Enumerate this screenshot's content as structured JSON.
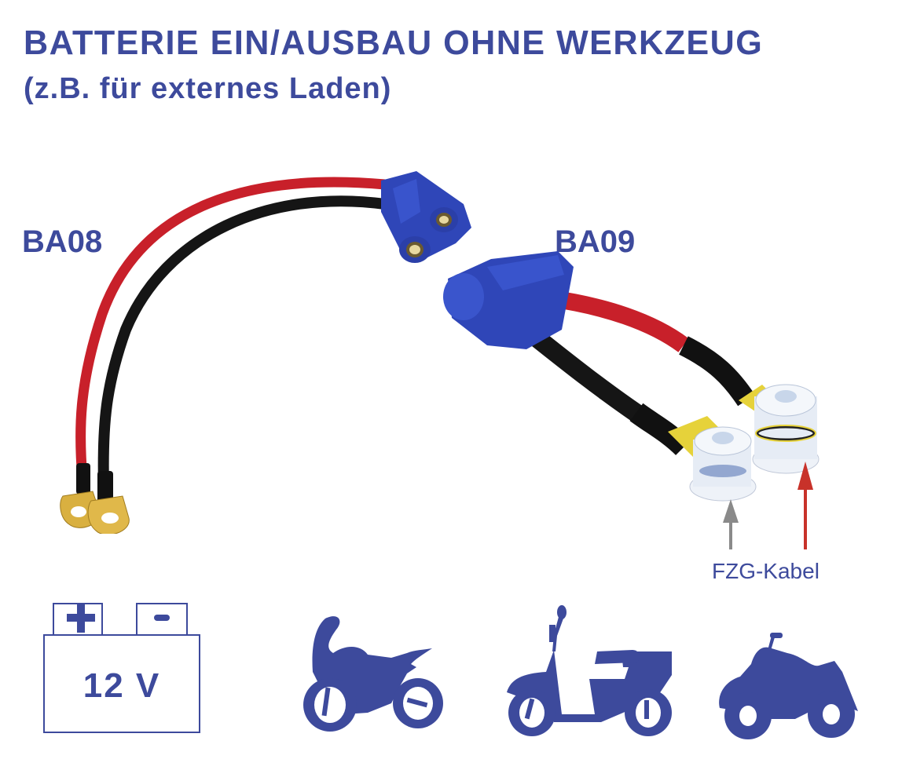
{
  "header": {
    "title": "BATTERIE EIN/AUSBAU OHNE WERKZEUG",
    "subtitle": "(z.B. für externes Laden)"
  },
  "products": [
    {
      "label": "BA08",
      "description": "Ring-terminal cable with EC5 female connector"
    },
    {
      "label": "BA09",
      "description": "EC5 male connector cable with bolted ring terminals"
    }
  ],
  "annotations": {
    "vehicle_cable_label": "FZG-Kabel",
    "arrow_colors": {
      "negative": "#8a8a8a",
      "positive": "#c8322a"
    }
  },
  "battery_icon": {
    "plus": "+",
    "minus": "-",
    "voltage": "12 V"
  },
  "vehicle_icons": [
    {
      "name": "sport-motorcycle"
    },
    {
      "name": "scooter"
    },
    {
      "name": "quad-atv"
    }
  ],
  "colors": {
    "brand_blue": "#3d4a9c",
    "connector_blue": "#2f46b8",
    "cable_red": "#c8202a",
    "cable_black": "#151515",
    "terminal_gold": "#d9b040"
  }
}
